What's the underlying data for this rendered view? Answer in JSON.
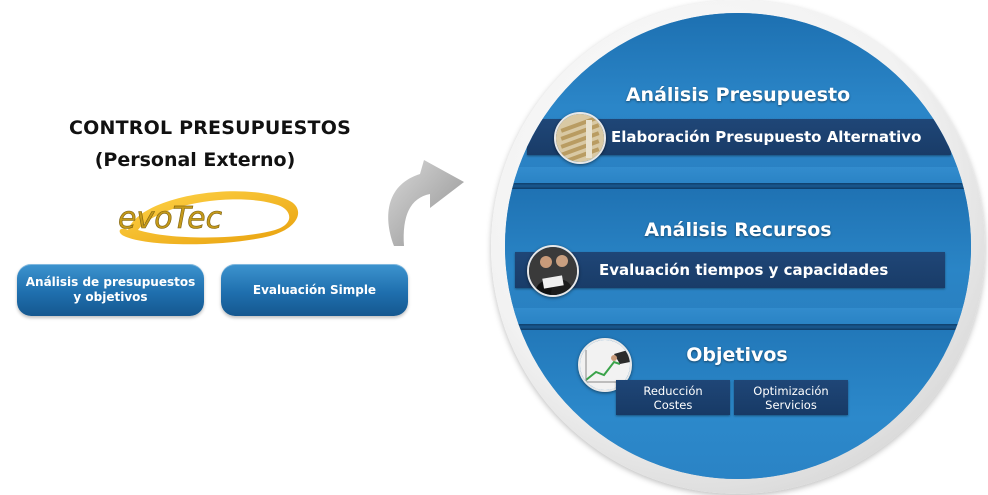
{
  "left": {
    "title_line1": "CONTROL PRESUPUESTOS",
    "title_line2": "(Personal Externo)",
    "logo_text": "evoTec",
    "buttons": [
      {
        "label_line1": "Análisis de presupuestos",
        "label_line2": "y objetivos"
      },
      {
        "label_line1": "Evaluación Simple",
        "label_line2": ""
      }
    ]
  },
  "circle": {
    "sections": [
      {
        "title": "Análisis Presupuesto",
        "bar": "Elaboración Presupuesto Alternativo",
        "icon": "documents-stack-icon"
      },
      {
        "title": "Análisis Recursos",
        "bar": "Evaluación tiempos y capacidades",
        "icon": "business-people-icon"
      },
      {
        "title": "Objetivos",
        "icon": "growth-chart-hand-icon",
        "items": [
          {
            "line1": "Reducción",
            "line2": "Costes"
          },
          {
            "line1": "Optimización",
            "line2": "Servicios"
          }
        ]
      }
    ]
  },
  "colors": {
    "accent_blue": "#2a80c2",
    "dark_blue": "#1f4677",
    "logo_yellow": "#f2b517",
    "logo_blue": "#1a6fb0"
  }
}
